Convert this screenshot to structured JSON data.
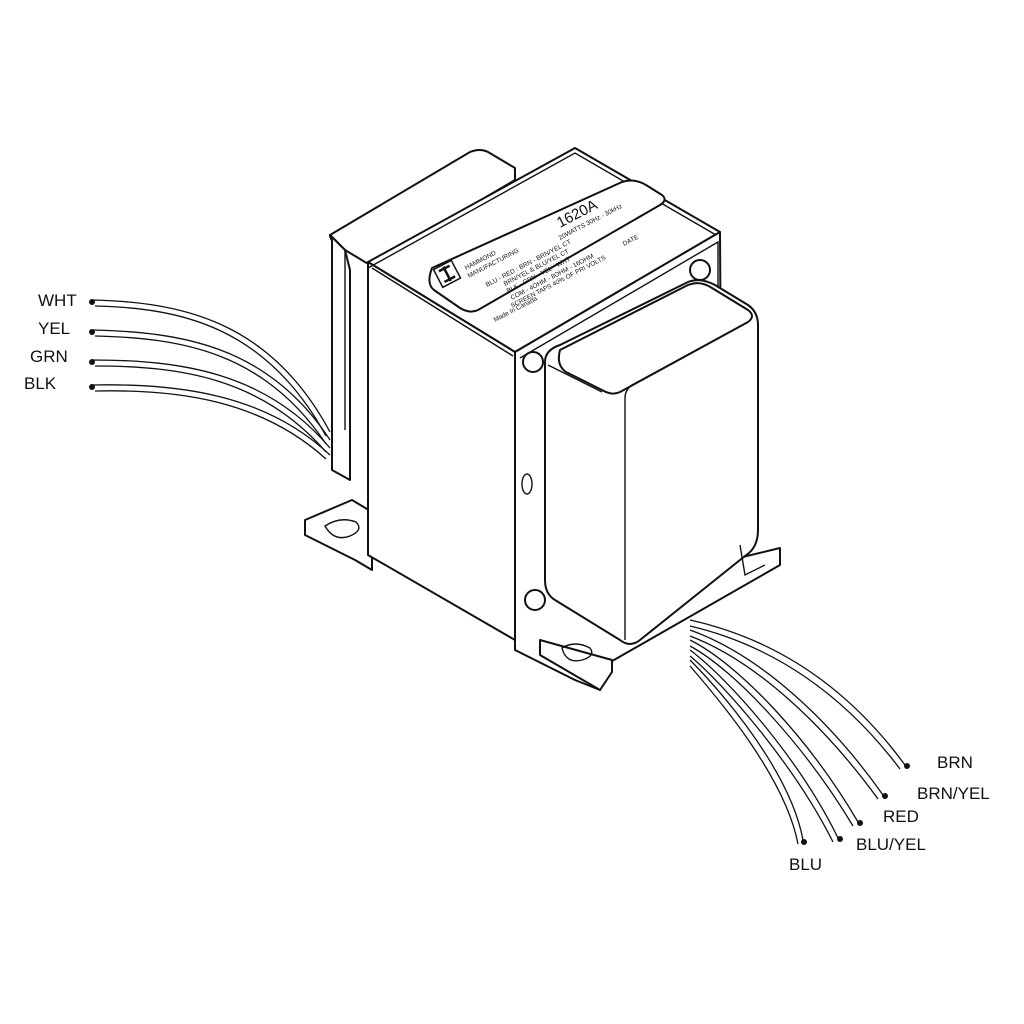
{
  "colors": {
    "line": "#111111",
    "background": "#ffffff"
  },
  "nameplate": {
    "part_number": "1620A",
    "maker_line1": "HAMMOND",
    "maker_line2": "MANUFACTURING",
    "spec_line1": "20WATTS 30Hz - 30kHz",
    "spec_line2": "BLU - RED : BRN - BRN/YEL CT",
    "spec_line3": "BRN/YEL & BLU/YEL CT",
    "spec_line4": "BLK - GRN - YEL - WHT",
    "spec_line5": "COM - 4OHM - 8OHM - 16OHM",
    "spec_line6": "SCREEN TAPS 40% OF PRI VOLTS",
    "spec_line7": "Made In Canada",
    "date_label": "DATE"
  },
  "left_leads": [
    "WHT",
    "YEL",
    "GRN",
    "BLK"
  ],
  "right_leads": [
    "BRN",
    "BRN/YEL",
    "RED",
    "BLU/YEL",
    "BLU"
  ]
}
